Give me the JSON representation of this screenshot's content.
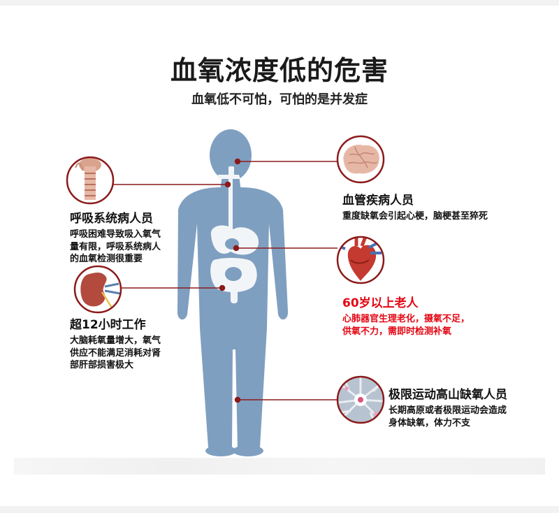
{
  "title": "血氧浓度低的危害",
  "subtitle": "血氧低不可怕，可怕的是并发症",
  "colors": {
    "body": "#7f9fc0",
    "accent": "#8b1a1a",
    "highlight": "#e30613"
  },
  "callouts": {
    "respiratory": {
      "heading": "呼吸系统病人员",
      "lines": [
        "呼吸困难导致吸入氧气",
        "量有限，呼吸系统病人",
        "的血氧检测很重要"
      ]
    },
    "overwork": {
      "heading": "超12小时工作",
      "lines": [
        "大脑耗氧量增大，氧气",
        "供应不能满足消耗对肾",
        "部肝部损害极大"
      ]
    },
    "vascular": {
      "heading": "血管疾病人员",
      "lines": [
        "重度缺氧会引起心梗，脑梗甚至猝死"
      ]
    },
    "elderly": {
      "heading": "60岁以上老人",
      "lines": [
        "心肺器官生理老化，摄氧不足，",
        "供氧不力，需即时检测补氧"
      ]
    },
    "extreme": {
      "heading": "极限运动高山缺氧人员",
      "lines": [
        "长期高原或者极限运动会造成",
        "身体缺氧，体力不支"
      ]
    }
  },
  "icons": {
    "trachea": "trachea-icon",
    "kidney": "kidney-icon",
    "brain": "brain-icon",
    "heart": "heart-icon",
    "neuron": "neuron-icon"
  }
}
